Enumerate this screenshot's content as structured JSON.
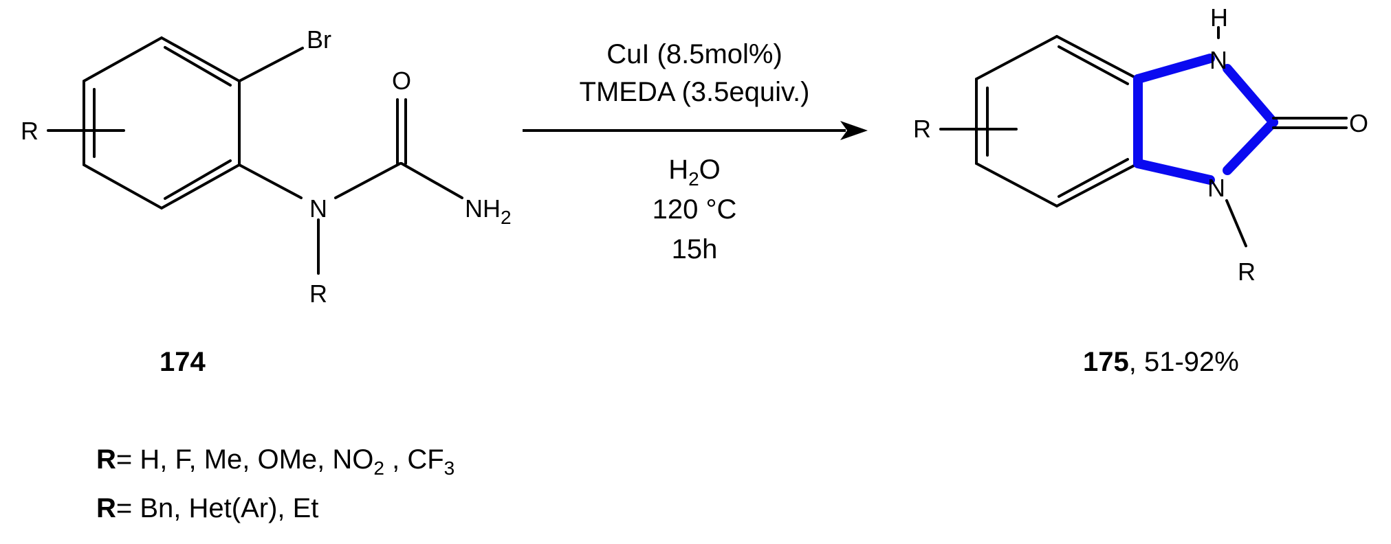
{
  "colors": {
    "ink": "#000000",
    "highlight": "#0a0af0"
  },
  "reactant": {
    "id": "174",
    "atoms": {
      "br": "Br",
      "o": "O",
      "nh": "NH",
      "nh_sub": "2",
      "n": "N",
      "r_ring": "R",
      "r_n": "R"
    }
  },
  "conditions": {
    "reagent1": "CuI (8.5mol%)",
    "reagent2": "TMEDA (3.5equiv.)",
    "solvent_main": "H",
    "solvent_sub": "2",
    "solvent_tail": "O",
    "temperature": "120 °C",
    "time": "15h"
  },
  "product": {
    "id": "175",
    "yield": ", 51-92%",
    "atoms": {
      "h": "H",
      "n_top": "N",
      "n_bottom": "N",
      "o": "O",
      "r_ring": "R",
      "r_n": "R"
    }
  },
  "legend": {
    "line1_bold": "R",
    "line1_pre": "= H, F, Me, OMe, NO",
    "line1_sub1": "2",
    "line1_mid": " , CF",
    "line1_sub2": "3",
    "line2_bold": "R",
    "line2_text": "= Bn, Het(Ar), Et"
  }
}
